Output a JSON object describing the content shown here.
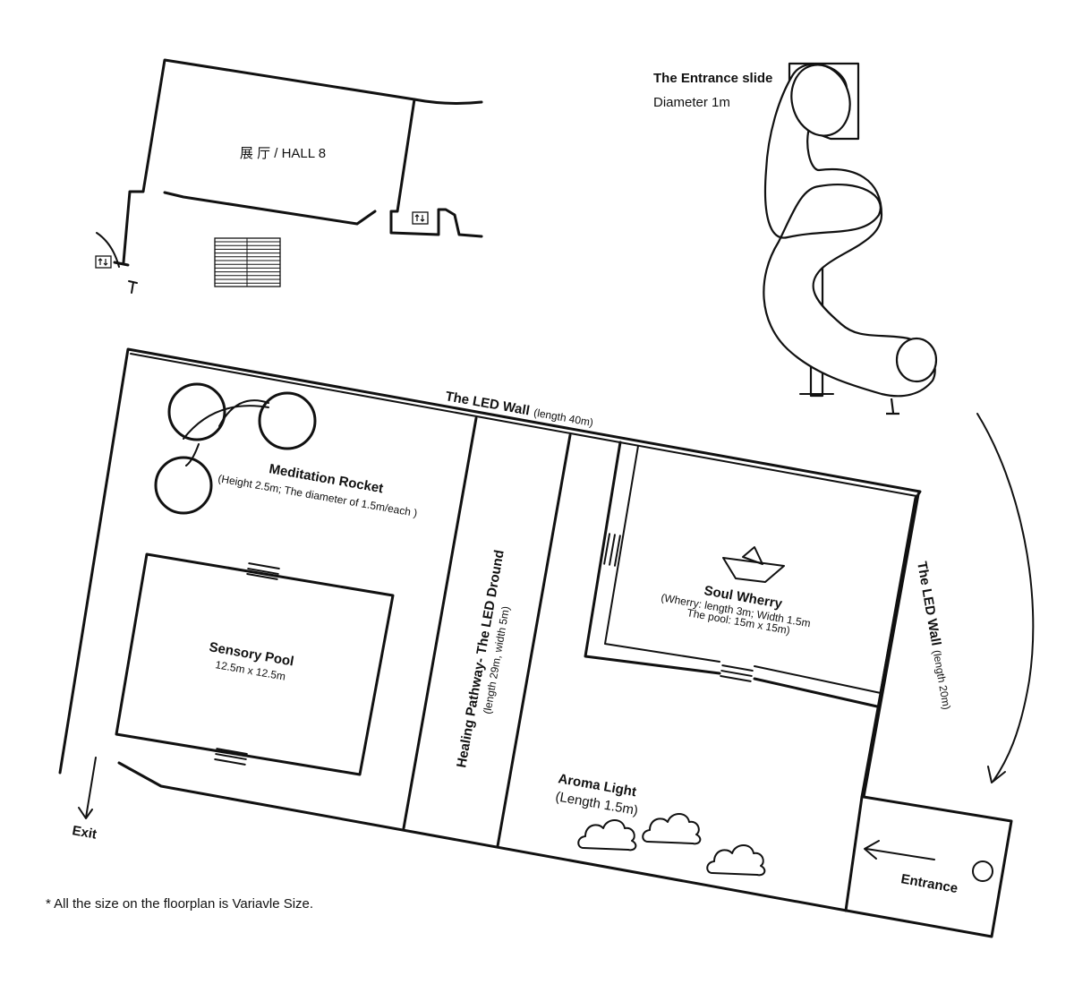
{
  "hall": {
    "label": "展 厅 / HALL 8"
  },
  "slide": {
    "title": "The Entrance slide",
    "diameter": "Diameter 1m"
  },
  "led_wall_top": {
    "title": "The LED Wall",
    "length": "(length 40m)"
  },
  "led_wall_right": {
    "title": "The LED Wall",
    "length": "(length 20m)"
  },
  "meditation_rocket": {
    "title": "Meditation Rocket",
    "detail": "(Height 2.5m; The diameter of 1.5m/each )"
  },
  "sensory_pool": {
    "title": "Sensory Pool",
    "size": "12.5m x 12.5m"
  },
  "healing_pathway": {
    "title": "Healing Pathway- The LED Dround",
    "detail": "(length 29m, width 5m)"
  },
  "soul_wherry": {
    "title": "Soul Wherry",
    "detail1": "(Wherry: length 3m; Width 1.5m",
    "detail2": "The pool: 15m x 15m)"
  },
  "aroma_light": {
    "title": "Aroma Light",
    "detail": "(Length 1.5m)"
  },
  "entrance_label": "Entrance",
  "exit_label": "Exit",
  "footnote": "* All the size on the floorplan is Variavle Size."
}
